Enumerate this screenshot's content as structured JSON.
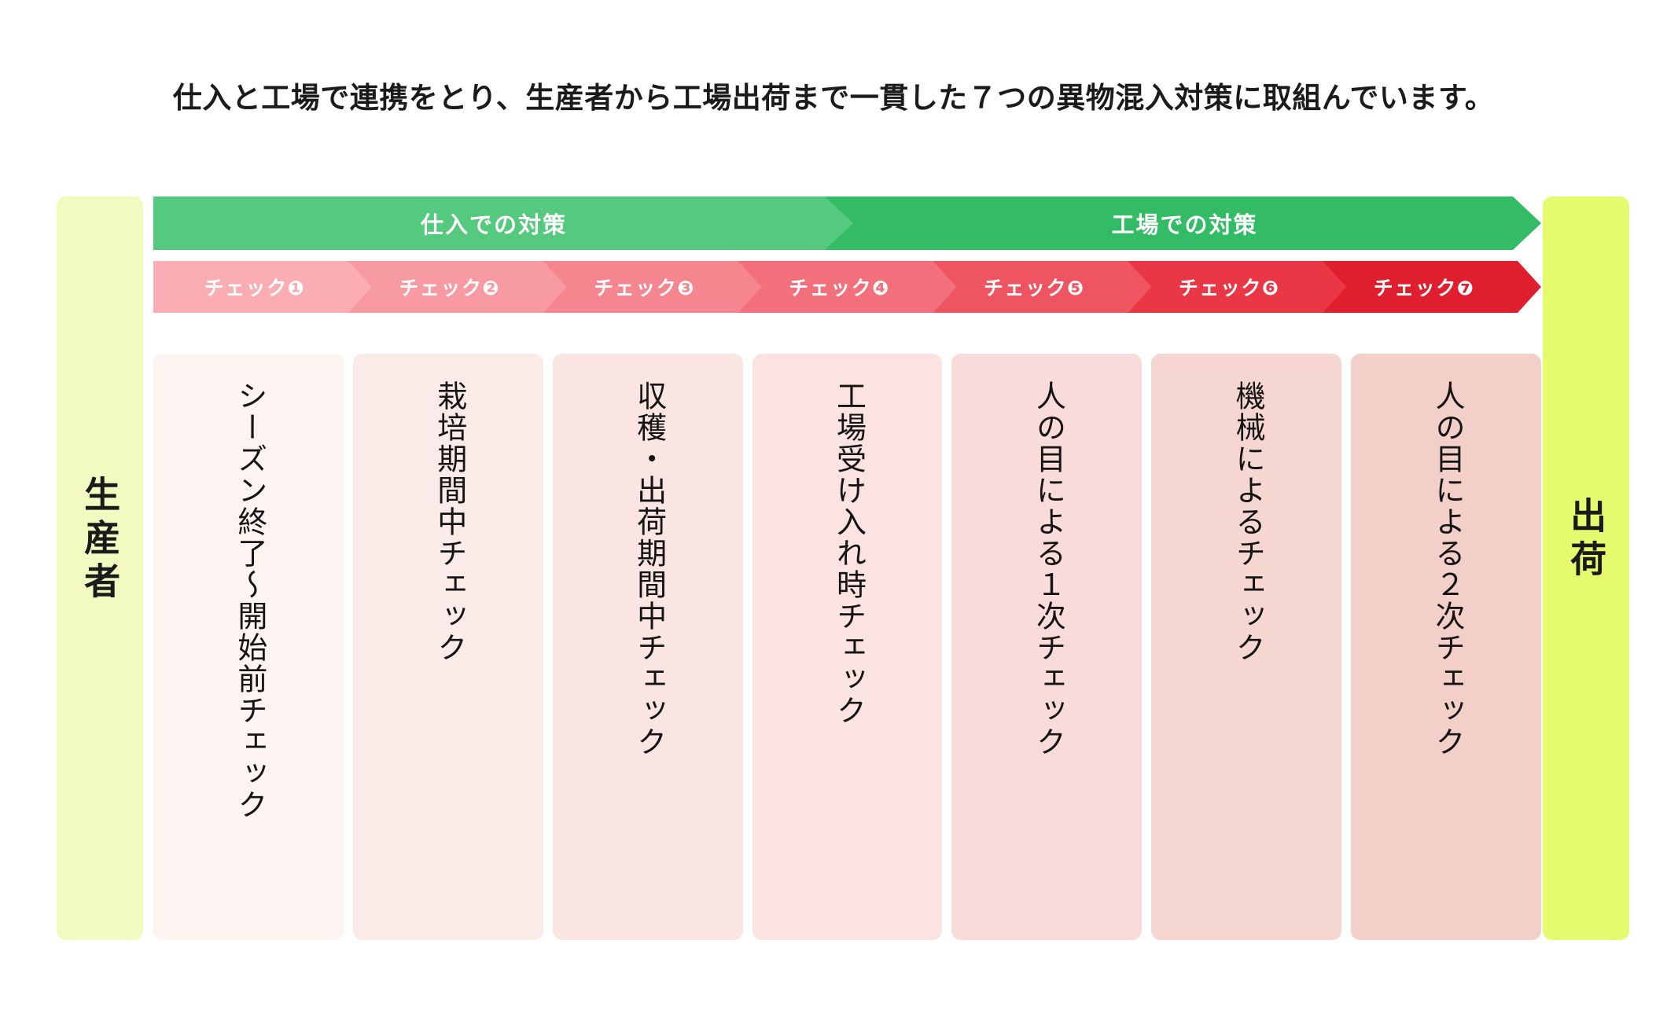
{
  "headline": "仕入と工場で連携をとり、生産者から工場出荷まで一貫した７つの異物混入対策に取組んでいます。",
  "endpoints": {
    "start": {
      "label": "生産者",
      "color": "#F2FAC0"
    },
    "end": {
      "label": "出荷",
      "color": "#E6FA6E"
    }
  },
  "stages": [
    {
      "label": "仕入での対策",
      "color": "#55C97D"
    },
    {
      "label": "工場での対策",
      "color": "#33BC65"
    }
  ],
  "checks": [
    {
      "label": "チェック❶",
      "number": 1,
      "bar_color": "#FAAEB4",
      "card_color": "#FDF3F1",
      "title": "シーズン終了～開始前チェック"
    },
    {
      "label": "チェック❷",
      "number": 2,
      "bar_color": "#F89AA2",
      "card_color": "#FBEBE8",
      "title": "栽培期間中チェック"
    },
    {
      "label": "チェック❸",
      "number": 3,
      "bar_color": "#F5868F",
      "card_color": "#FAE5E2",
      "title": "収穫・出荷期間中チェック"
    },
    {
      "label": "チェック❹",
      "number": 4,
      "bar_color": "#F2707B",
      "card_color": "#FAE3E0",
      "title": "工場受け入れ時チェック"
    },
    {
      "label": "チェック❺",
      "number": 5,
      "bar_color": "#EE5560",
      "card_color": "#F9DCD9",
      "title": "人の目による１次チェック"
    },
    {
      "label": "チェック❻",
      "number": 6,
      "bar_color": "#E93745",
      "card_color": "#F6D6D1",
      "title": "機械によるチェック"
    },
    {
      "label": "チェック❼",
      "number": 7,
      "bar_color": "#E01F2E",
      "card_color": "#F2CFC9",
      "title": "人の目による２次チェック"
    }
  ],
  "chart_data": {
    "type": "diagram",
    "title": "７つの異物混入対策フロー",
    "flow": [
      "生産者",
      "仕入での対策",
      "工場での対策",
      "出荷"
    ],
    "steps": [
      {
        "step": 1,
        "stage": "仕入での対策",
        "check": "チェック❶",
        "task": "シーズン終了～開始前チェック"
      },
      {
        "step": 2,
        "stage": "仕入での対策",
        "check": "チェック❷",
        "task": "栽培期間中チェック"
      },
      {
        "step": 3,
        "stage": "仕入での対策",
        "check": "チェック❸",
        "task": "収穫・出荷期間中チェック"
      },
      {
        "step": 4,
        "stage": "工場での対策",
        "check": "チェック❹",
        "task": "工場受け入れ時チェック"
      },
      {
        "step": 5,
        "stage": "工場での対策",
        "check": "チェック❺",
        "task": "人の目による１次チェック"
      },
      {
        "step": 6,
        "stage": "工場での対策",
        "check": "チェック❻",
        "task": "機械によるチェック"
      },
      {
        "step": 7,
        "stage": "工場での対策",
        "check": "チェック❼",
        "task": "人の目による２次チェック"
      }
    ]
  }
}
